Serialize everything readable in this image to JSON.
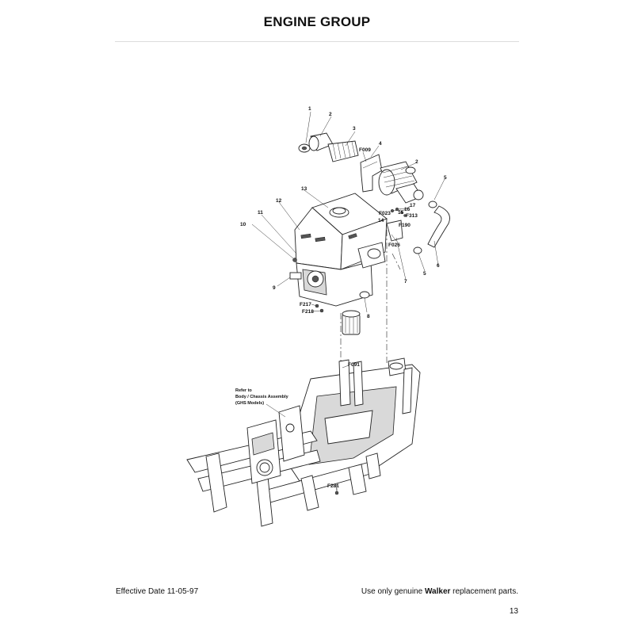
{
  "header": {
    "title": "ENGINE GROUP"
  },
  "footer": {
    "effective_date": "Effective Date 11-05-97",
    "notice_prefix": "Use only genuine ",
    "notice_brand": "Walker",
    "notice_suffix": " replacement parts.",
    "page_number": "13"
  },
  "diagram": {
    "note_lines": [
      "Refer to",
      "Body / Chassis Assembly",
      "(GHS Models)"
    ],
    "callouts": {
      "c1": "1",
      "c2a": "2",
      "c3": "3",
      "c4": "4",
      "c2b": "2",
      "c5a": "5",
      "c6": "6",
      "c5b": "5",
      "c7": "7",
      "c8": "8",
      "c9": "9",
      "c10": "10",
      "c11": "11",
      "c12": "12",
      "c13": "13",
      "c14": "14",
      "c15": "15",
      "c16": "16",
      "c17": "17",
      "f009": "F009",
      "f023": "F023",
      "f313": "F313",
      "f190": "F190",
      "f026": "F026",
      "f217": "F217",
      "f218": "F218",
      "f091": "F091",
      "f281": "F281"
    }
  }
}
